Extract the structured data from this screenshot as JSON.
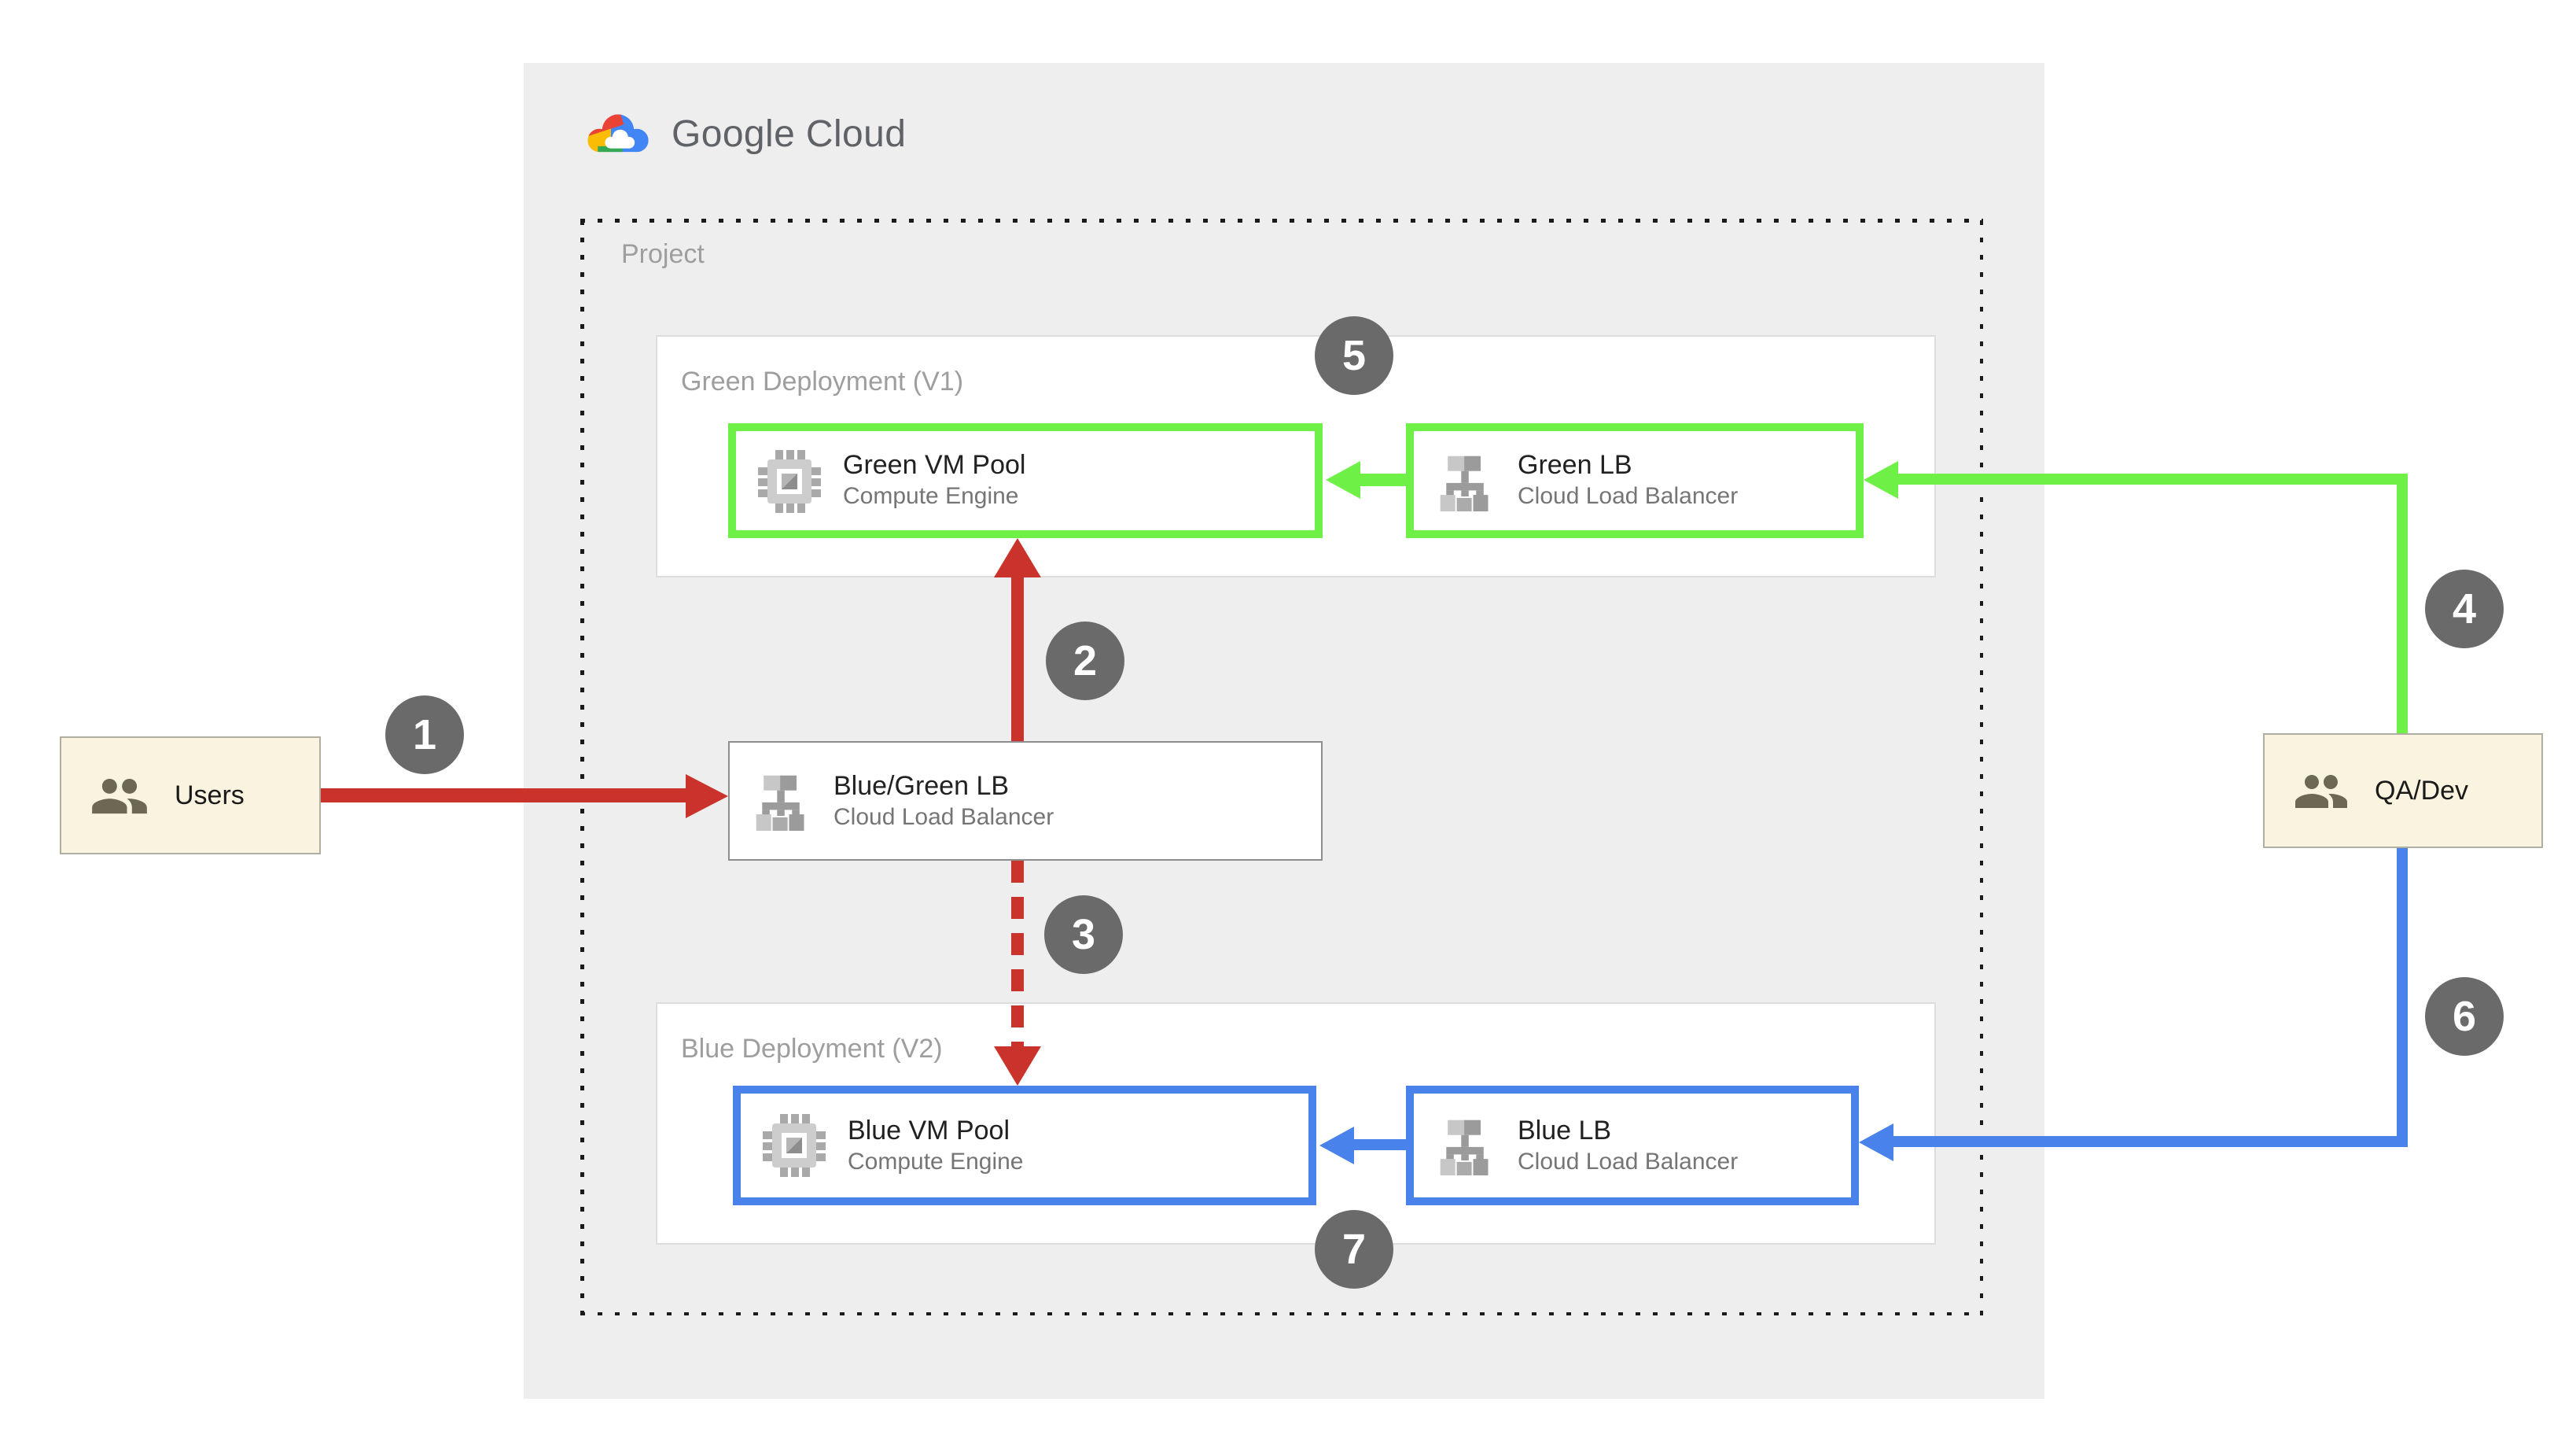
{
  "logo": {
    "text": "Google Cloud"
  },
  "project": {
    "label": "Project"
  },
  "green_deployment": {
    "label": "Green Deployment (V1)",
    "vm_pool": {
      "title": "Green VM Pool",
      "subtitle": "Compute Engine"
    },
    "lb": {
      "title": "Green LB",
      "subtitle": "Cloud Load Balancer"
    }
  },
  "blue_deployment": {
    "label": "Blue Deployment (V2)",
    "vm_pool": {
      "title": "Blue VM Pool",
      "subtitle": "Compute Engine"
    },
    "lb": {
      "title": "Blue LB",
      "subtitle": "Cloud Load Balancer"
    }
  },
  "router": {
    "title": "Blue/Green LB",
    "subtitle": "Cloud Load Balancer"
  },
  "users": {
    "label": "Users"
  },
  "qa_dev": {
    "label": "QA/Dev"
  },
  "steps": {
    "s1": "1",
    "s2": "2",
    "s3": "3",
    "s4": "4",
    "s5": "5",
    "s6": "6",
    "s7": "7"
  },
  "colors": {
    "green_accent": "#6ef046",
    "blue_accent": "#4a82ec",
    "red_accent": "#ca332b",
    "badge_gray": "#6a6a6a",
    "actor_cream": "#faf3e0",
    "panel_gray": "#eeeeee"
  }
}
